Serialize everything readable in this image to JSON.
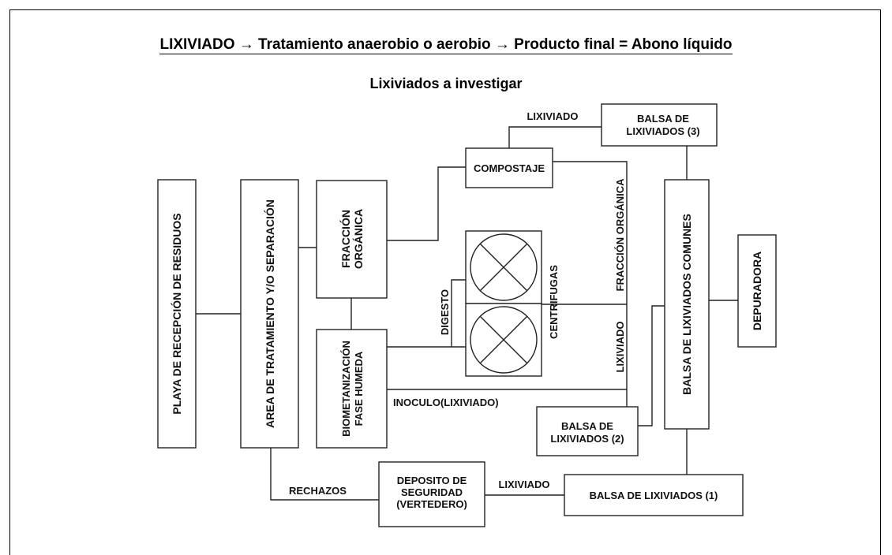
{
  "header": {
    "title": "LIXIVIADO → Tratamiento anaerobio o aerobio → Producto final = Abono líquido",
    "subtitle": "Lixiviados a investigar"
  },
  "boxes": {
    "playa": "PLAYA DE RECEPCIÓN DE RESIDUOS",
    "area": "AREA DE TRATAMIENTO Y/O SEPARACIÓN",
    "fraccion_organica_1": "FRACCIÓN",
    "fraccion_organica_2": "ORGÁNICA",
    "biometanizacion_1": "BIOMETANIZACIÓN",
    "biometanizacion_2": "FASE HUMEDA",
    "compostaje": "COMPOSTAJE",
    "balsa3_1": "BALSA DE",
    "balsa3_2": "LIXIVIADOS (3)",
    "balsa_comunes": "BALSA DE LIXIVIADOS COMUNES",
    "depuradora": "DEPURADORA",
    "balsa2_1": "BALSA DE",
    "balsa2_2": "LIXIVIADOS (2)",
    "balsa1": "BALSA DE LIXIVIADOS (1)",
    "deposito_1": "DEPOSITO DE",
    "deposito_2": "SEGURIDAD",
    "deposito_3": "(VERTEDERO)"
  },
  "labels": {
    "lixiviado_top": "LIXIVIADO",
    "digesto": "DIGESTO",
    "centrifugas": "CENTRIFUGAS",
    "fraccion_organica_v": "FRACCIÓN ORGÁNICA",
    "lixiviado_v": "LIXIVIADO",
    "inoculo": "INOCULO(LIXIVIADO)",
    "rechazos": "RECHAZOS",
    "lixiviado_bottom": "LIXIVIADO"
  }
}
